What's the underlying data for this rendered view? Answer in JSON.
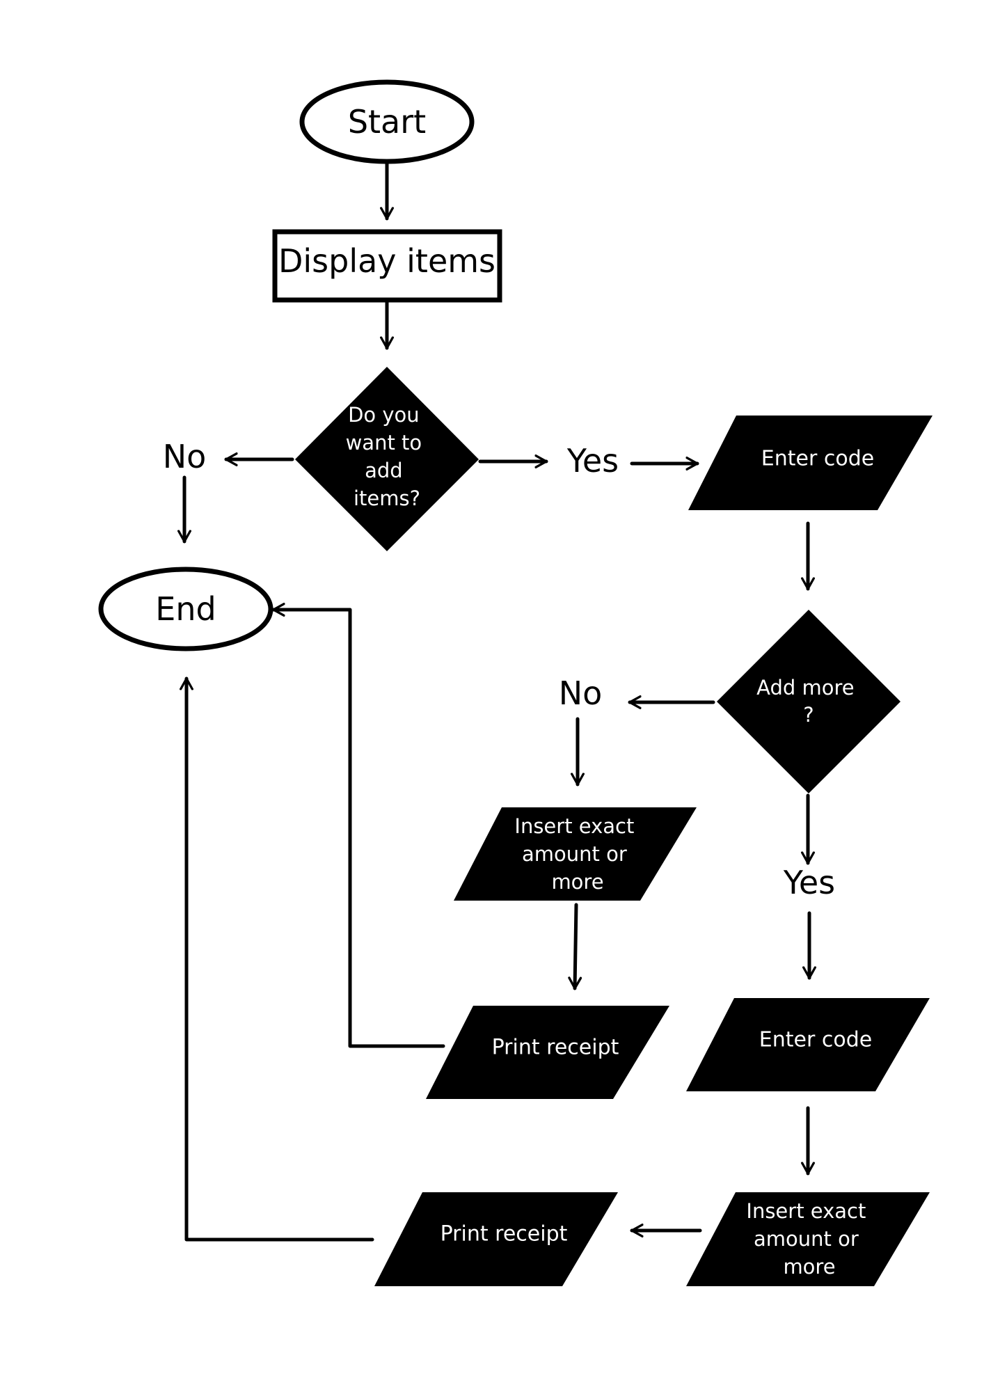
{
  "diagram": {
    "type": "flowchart",
    "nodes": {
      "start": {
        "shape": "terminator",
        "text": "Start"
      },
      "display_items": {
        "shape": "process",
        "text": "Display items"
      },
      "decision_add_items": {
        "shape": "decision",
        "lines": [
          "Do you",
          "want to",
          "add",
          "items?"
        ]
      },
      "end": {
        "shape": "terminator",
        "text": "End"
      },
      "enter_code_1": {
        "shape": "input-output",
        "text": "Enter code"
      },
      "decision_add_more": {
        "shape": "decision",
        "lines": [
          "Add more",
          "?"
        ]
      },
      "insert_amount_1": {
        "shape": "input-output",
        "lines": [
          "Insert exact",
          "amount or",
          "more"
        ]
      },
      "print_receipt_1": {
        "shape": "input-output",
        "text": "Print receipt"
      },
      "enter_code_2": {
        "shape": "input-output",
        "text": "Enter code"
      },
      "insert_amount_2": {
        "shape": "input-output",
        "lines": [
          "Insert exact",
          "amount or",
          "more"
        ]
      },
      "print_receipt_2": {
        "shape": "input-output",
        "text": "Print receipt"
      }
    },
    "edge_labels": {
      "add_items_no": "No",
      "add_items_yes": "Yes",
      "add_more_no": "No",
      "add_more_yes": "Yes"
    },
    "edges": [
      {
        "from": "start",
        "to": "display_items"
      },
      {
        "from": "display_items",
        "to": "decision_add_items"
      },
      {
        "from": "decision_add_items",
        "to": "end",
        "label": "No"
      },
      {
        "from": "decision_add_items",
        "to": "enter_code_1",
        "label": "Yes"
      },
      {
        "from": "enter_code_1",
        "to": "decision_add_more"
      },
      {
        "from": "decision_add_more",
        "to": "insert_amount_1",
        "label": "No"
      },
      {
        "from": "decision_add_more",
        "to": "enter_code_2",
        "label": "Yes"
      },
      {
        "from": "insert_amount_1",
        "to": "print_receipt_1"
      },
      {
        "from": "print_receipt_1",
        "to": "end"
      },
      {
        "from": "enter_code_2",
        "to": "insert_amount_2"
      },
      {
        "from": "insert_amount_2",
        "to": "print_receipt_2"
      },
      {
        "from": "print_receipt_2",
        "to": "end"
      }
    ]
  },
  "colors": {
    "ink": "#000000",
    "background": "#ffffff",
    "inverse_text": "#ffffff"
  }
}
